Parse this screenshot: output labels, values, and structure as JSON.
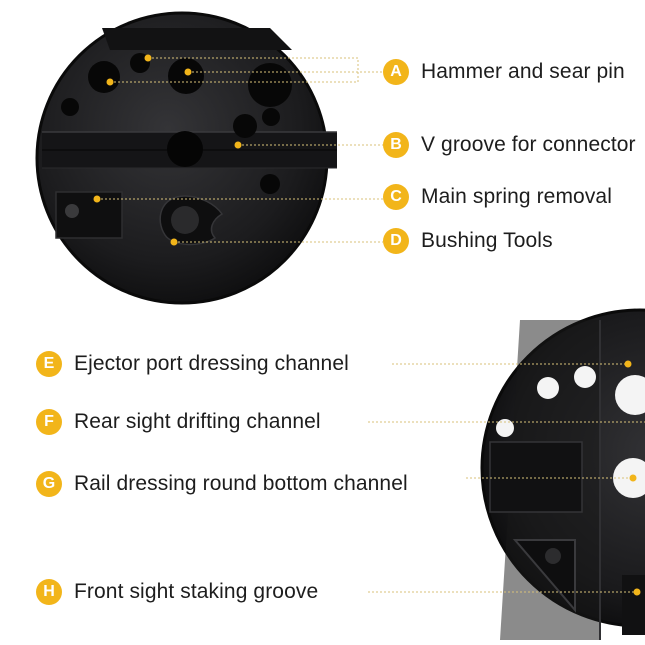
{
  "accent_color": "#f2b51a",
  "tool_color": "#1c1c1e",
  "callouts_top": [
    {
      "letter": "A",
      "label": "Hammer and sear pin",
      "icon": "circle-a-icon"
    },
    {
      "letter": "B",
      "label": "V groove for connector",
      "icon": "circle-b-icon"
    },
    {
      "letter": "C",
      "label": "Main spring removal",
      "icon": "circle-c-icon"
    },
    {
      "letter": "D",
      "label": "Bushing Tools",
      "icon": "circle-d-icon"
    }
  ],
  "callouts_bottom": [
    {
      "letter": "E",
      "label": "Ejector port dressing channel",
      "icon": "circle-e-icon"
    },
    {
      "letter": "F",
      "label": "Rear sight drifting channel",
      "icon": "circle-f-icon"
    },
    {
      "letter": "G",
      "label": "Rail dressing round bottom channel",
      "icon": "circle-g-icon"
    },
    {
      "letter": "H",
      "label": "Front sight staking groove",
      "icon": "circle-h-icon"
    }
  ]
}
